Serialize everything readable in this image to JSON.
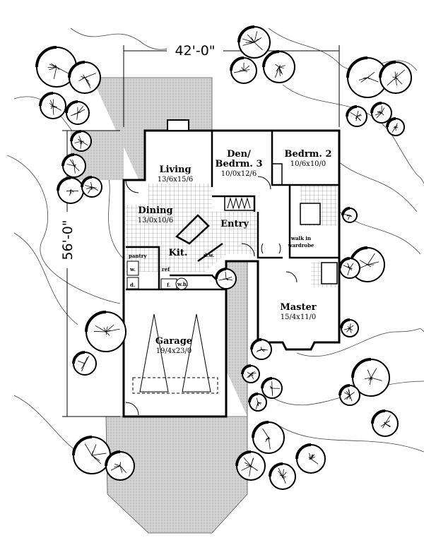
{
  "dimensions": {
    "width": "42'-0\"",
    "depth": "56'-0\""
  },
  "rooms": [
    {
      "name": "Living",
      "size": "13/6x15/6"
    },
    {
      "name": "Den/",
      "name2": "Bedrm. 3",
      "size": "10/0x12/6"
    },
    {
      "name": "Bedrm. 2",
      "size": "10/6x10/0"
    },
    {
      "name": "Dining",
      "size": "13/0x10/6"
    },
    {
      "name": "Entry"
    },
    {
      "name": "Kit."
    },
    {
      "name": "Master",
      "size": "15/4x11/0"
    },
    {
      "name": "Garage",
      "size": "19/4x23/0"
    }
  ],
  "fixtures": {
    "pantry": "pantry",
    "washer": "w.",
    "dryer": "d.",
    "ref": "ref",
    "furnace": "f.",
    "water_heater": "w.h.",
    "dishwasher": "d.w.",
    "wardrobe_line1": "walk in",
    "wardrobe_line2": "wardrobe"
  },
  "colors": {
    "line": "#000000",
    "paving": "#cfcfcf",
    "background": "#ffffff"
  }
}
